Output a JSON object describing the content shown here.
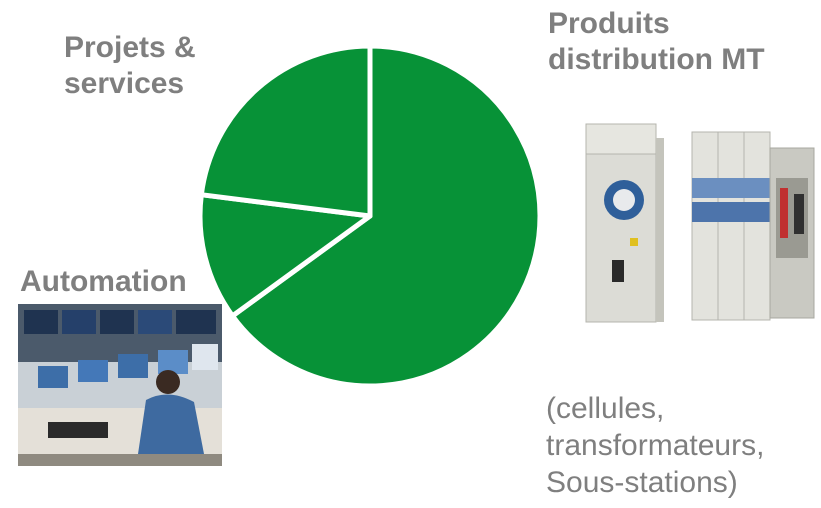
{
  "labels": {
    "projets": "Projets & services",
    "produits": "Produits distribution MT",
    "automation": "Automation"
  },
  "description": {
    "line1": "(cellules,",
    "line2": "transformateurs,",
    "line3": "Sous-stations)"
  },
  "colors": {
    "slice_fill": "#079237",
    "slice_stroke": "#ffffff",
    "text": "#7f7f7f"
  },
  "chart_data": {
    "type": "pie",
    "title": "",
    "start_angle_deg": 0,
    "direction": "clockwise",
    "slices": [
      {
        "name": "Produits distribution MT",
        "value": 65
      },
      {
        "name": "Automation",
        "value": 12
      },
      {
        "name": "Projets & services",
        "value": 23
      }
    ]
  }
}
